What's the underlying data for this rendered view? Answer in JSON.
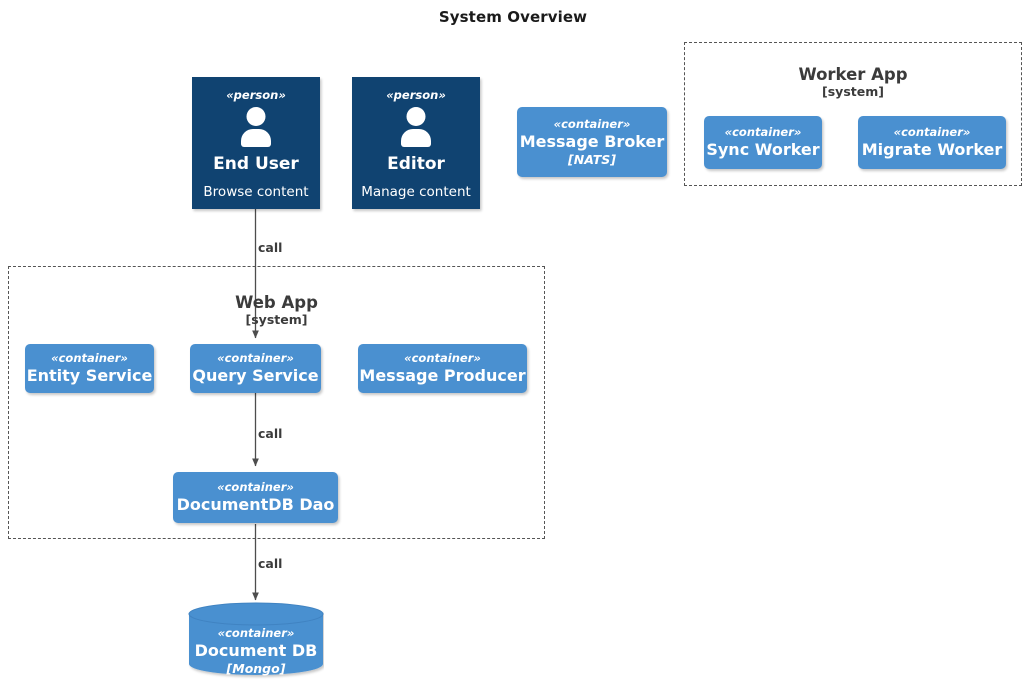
{
  "diagram": {
    "title": "System Overview",
    "colors": {
      "container_fill": "#4a90d0",
      "person_fill": "#104371",
      "group_border": "#555555",
      "edge_stroke": "#4d4d4d",
      "text_dark": "#3b3b3b",
      "background": "#ffffff"
    }
  },
  "persons": [
    {
      "id": "end-user",
      "stereotype": "«person»",
      "name": "End User",
      "description": "Browse content",
      "icon": "person-icon"
    },
    {
      "id": "editor",
      "stereotype": "«person»",
      "name": "Editor",
      "description": "Manage content",
      "icon": "person-icon"
    }
  ],
  "standalone_containers": [
    {
      "id": "message-broker",
      "stereotype": "«container»",
      "name": "Message Broker",
      "tech": "[NATS]"
    }
  ],
  "groups": [
    {
      "id": "worker-app",
      "name": "Worker App",
      "type": "[system]",
      "containers": [
        {
          "id": "sync-worker",
          "stereotype": "«container»",
          "name": "Sync Worker",
          "tech": ""
        },
        {
          "id": "migrate-worker",
          "stereotype": "«container»",
          "name": "Migrate Worker",
          "tech": ""
        }
      ]
    },
    {
      "id": "web-app",
      "name": "Web App",
      "type": "[system]",
      "containers": [
        {
          "id": "entity-service",
          "stereotype": "«container»",
          "name": "Entity Service",
          "tech": ""
        },
        {
          "id": "query-service",
          "stereotype": "«container»",
          "name": "Query Service",
          "tech": ""
        },
        {
          "id": "message-producer",
          "stereotype": "«container»",
          "name": "Message Producer",
          "tech": ""
        },
        {
          "id": "documentdb-dao",
          "stereotype": "«container»",
          "name": "DocumentDB Dao",
          "tech": ""
        }
      ]
    }
  ],
  "databases": [
    {
      "id": "document-db",
      "stereotype": "«container»",
      "name": "Document DB",
      "tech": "[Mongo]"
    }
  ],
  "edges": [
    {
      "id": "end-user-to-query-service",
      "from": "end-user",
      "to": "query-service",
      "label": "call"
    },
    {
      "id": "query-service-to-documentdb-dao",
      "from": "query-service",
      "to": "documentdb-dao",
      "label": "call"
    },
    {
      "id": "documentdb-dao-to-document-db",
      "from": "documentdb-dao",
      "to": "document-db",
      "label": "call"
    }
  ]
}
